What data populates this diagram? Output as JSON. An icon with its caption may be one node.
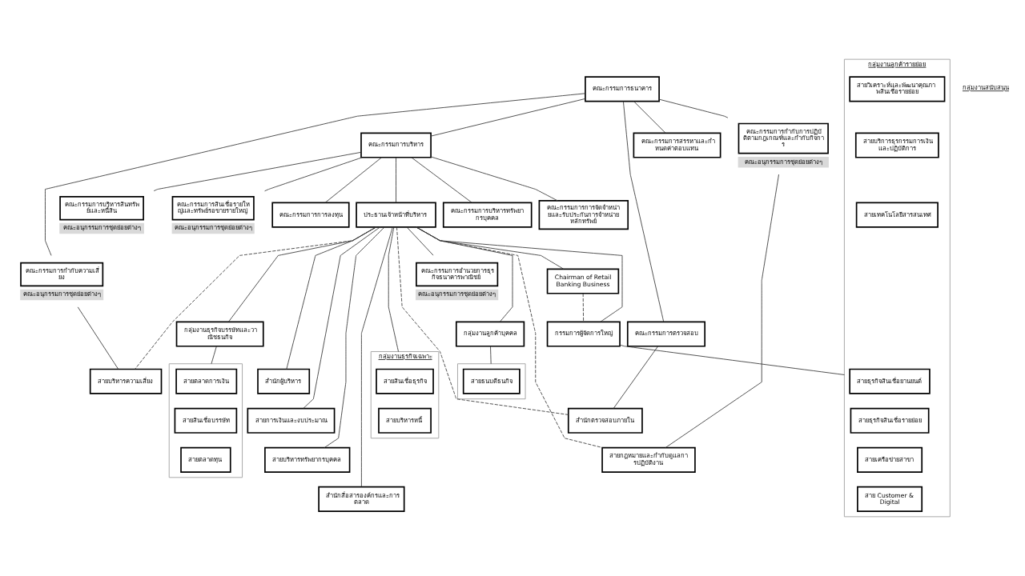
{
  "diagram": {
    "nodes": [
      {
        "text": [
          "คณะกรรมการธนาคาร"
        ]
      },
      {
        "text": [
          "คณะกรรมการสรรหาและกำหนดค่าตอบแทน"
        ]
      },
      {
        "text": [
          "คณะกรรมการกำกับความเสี่ยง"
        ],
        "beside": [
          "คณะอนุกรรมการชุดย่อยต่างๆ"
        ]
      },
      {
        "text": [
          "คณะกรรมการบริหาร"
        ]
      },
      {
        "text": [
          "คณะกรรมการตรวจสอบ"
        ]
      },
      {
        "text": [
          "คณะกรรมการกำกับการปฏิบัติตามกฎเกณฑ์และกำกับกิจการ"
        ],
        "beside": [
          "คณะอนุกรรมการชุดย่อยต่างๆ"
        ]
      },
      {
        "text": [
          "คณะกรรมการบริหารสินทรัพย์และหนี้สิน"
        ],
        "beside": [
          "คณะอนุกรรมการชุดย่อยต่างๆ"
        ]
      },
      {
        "text": [
          "คณะกรรมการสินเชื่อรายใหญ่และทรัพย์รอขายรายใหญ่"
        ],
        "beside": [
          "คณะอนุกรรมการชุดย่อยต่างๆ"
        ]
      },
      {
        "text": [
          "คณะกรรมการการลงทุน"
        ]
      },
      {
        "text": [
          "ประธานเจ้าหน้าที่บริหาร"
        ]
      },
      {
        "text": [
          "คณะกรรมการบริหารทรัพยากรบุคคล"
        ]
      },
      {
        "text": [
          "คณะกรรมการการจัดจำหน่ายและรับประกันการจำหน่ายหลักทรัพย์"
        ]
      },
      {
        "text": [
          "คณะกรรมการอำนวยการธุรกิจธนาคารพาณิชย์"
        ],
        "beside": [
          "คณะอนุกรรมการชุดย่อยต่างๆ"
        ]
      },
      {
        "text": [
          "Chairman of Retail Banking Business"
        ]
      },
      {
        "text": [
          "กรรมการผู้จัดการใหญ่"
        ]
      },
      {
        "text": [
          "กลุ่มงานลูกค้าบุคคล"
        ]
      },
      {
        "text": [
          "กลุ่มงานธุรกิจบรรษัทและวาณิชธนกิจ"
        ]
      },
      {
        "text": [
          "กลุ่มงานลูกค้ารายย่อย"
        ]
      },
      {
        "text": [
          "สายธุรกิจสินเชื่อยานยนต์"
        ],
        "in": 17
      },
      {
        "text": [
          "สายวิเคราะห์และพัฒนาคุณภาพสินเชื่อรายย่อย"
        ],
        "in": 17
      },
      {
        "text": [
          "สายธุรกิจสินเชื่อรายย่อย"
        ],
        "in": 17
      },
      {
        "text": [
          "สายบริการธุรกรรมการเงินและปฏิบัติการ"
        ],
        "in": 17
      },
      {
        "text": [
          "สายเครือข่ายสาขา"
        ],
        "in": 17
      },
      {
        "text": [
          "สายเทคโนโลยีสารสนเทศ"
        ],
        "in": 17
      },
      {
        "text": [
          "สาย Customer & Digital"
        ],
        "in": 17
      },
      {
        "text": [],
        "shape": "box"
      },
      {
        "text": [
          "สายธนบดีธนกิจ"
        ],
        "in": 25
      },
      {
        "text": [],
        "shape": "box"
      },
      {
        "text": [
          "สายตลาดการเงิน"
        ],
        "in": 27
      },
      {
        "text": [
          "สายสินเชื่อบรรษัท"
        ],
        "in": 27
      },
      {
        "text": [
          "สายตลาดทุน"
        ],
        "in": 27
      },
      {
        "text": [
          "กลุ่มงานธุรกิจเฉพาะ"
        ]
      },
      {
        "text": [
          "สายสินเชื่อธุรกิจ"
        ],
        "in": 31
      },
      {
        "text": [
          "สายบริหารหนี้"
        ],
        "in": 31
      },
      {
        "text": [
          "สำนักผู้บริหาร"
        ]
      },
      {
        "text": [
          "สายการเงินและงบประมาณ"
        ]
      },
      {
        "text": [
          "สายบริหารทรัพยากรบุคคล"
        ]
      },
      {
        "text": [
          "สำนักสื่อสารองค์กรและการตลาด"
        ]
      },
      {
        "text": [
          "สายบริหารความเสี่ยง"
        ]
      },
      {
        "text": [
          "สำนักตรวจสอบภายใน"
        ]
      },
      {
        "text": [
          "สายกฎหมายและกำกับดูแลการปฏิบัติงาน"
        ]
      }
    ],
    "edges": [
      {
        "from": 0,
        "to": 1,
        "arrow": "none"
      },
      {
        "from": 0,
        "to": 2,
        "arrow": "none"
      },
      {
        "from": 0,
        "to": 3,
        "arrow": "none"
      },
      {
        "from": 0,
        "to": 4,
        "arrow": "none"
      },
      {
        "from": 0,
        "to": 5,
        "arrow": "none"
      },
      {
        "from": 3,
        "to": 6,
        "arrow": "none"
      },
      {
        "from": 3,
        "to": 7,
        "arrow": "none"
      },
      {
        "from": 3,
        "to": 8,
        "arrow": "none"
      },
      {
        "from": 3,
        "to": 9,
        "arrow": "none"
      },
      {
        "from": 3,
        "to": 10,
        "arrow": "none"
      },
      {
        "from": 3,
        "to": 11,
        "arrow": "none"
      },
      {
        "from": 9,
        "to": 12,
        "arrow": "none"
      },
      {
        "from": 9,
        "to": 13,
        "arrow": "none"
      },
      {
        "from": 13,
        "to": 14,
        "arrow": "none",
        "style": "dashed"
      },
      {
        "from": 9,
        "to": 14,
        "arrow": "none"
      },
      {
        "from": 9,
        "to": 15,
        "arrow": "none"
      },
      {
        "from": 9,
        "to": 16,
        "arrow": "none"
      },
      {
        "from": 9,
        "to": 31,
        "arrow": "none"
      },
      {
        "from": 9,
        "to": 34,
        "arrow": "none"
      },
      {
        "from": 9,
        "to": 35,
        "arrow": "none"
      },
      {
        "from": 9,
        "to": 36,
        "arrow": "none"
      },
      {
        "from": 9,
        "to": 37,
        "arrow": "none"
      },
      {
        "from": 9,
        "to": 38,
        "arrow": "none",
        "style": "dashed"
      },
      {
        "from": 9,
        "to": 39,
        "arrow": "none",
        "style": "dashed"
      },
      {
        "from": 9,
        "to": 40,
        "arrow": "none",
        "style": "dashed"
      },
      {
        "from": 2,
        "to": 38,
        "arrow": "none"
      },
      {
        "from": 4,
        "to": 39,
        "arrow": "none"
      },
      {
        "from": 5,
        "to": 40,
        "arrow": "none"
      },
      {
        "from": 14,
        "to": 17,
        "arrow": "none"
      },
      {
        "from": 15,
        "to": 25,
        "arrow": "none"
      },
      {
        "from": 16,
        "to": 27,
        "arrow": "none"
      }
    ],
    "labels": [
      "กลุ่มงานสนับสนุน"
    ]
  }
}
